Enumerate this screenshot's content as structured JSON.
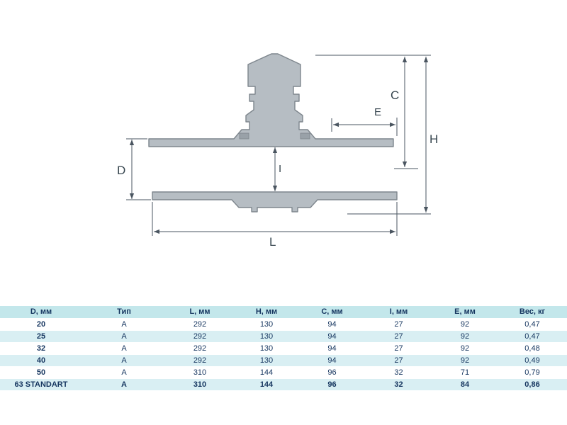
{
  "colors": {
    "header_bg": "#c3e7eb",
    "row_alt_bg": "#d9eff3",
    "text": "#15355f",
    "shape_fill": "#b6bdc3",
    "shape_stroke": "#7e868d",
    "dim_line": "#4a5560"
  },
  "diagram": {
    "labels": {
      "c": "C",
      "e": "E",
      "h": "H",
      "d": "D",
      "i": "I",
      "l": "L"
    }
  },
  "table": {
    "columns": [
      "D, мм",
      "Тип",
      "L, мм",
      "H, мм",
      "C, мм",
      "I, мм",
      "E, мм",
      "Вес, кг"
    ],
    "rows": [
      [
        "20",
        "А",
        "292",
        "130",
        "94",
        "27",
        "92",
        "0,47"
      ],
      [
        "25",
        "А",
        "292",
        "130",
        "94",
        "27",
        "92",
        "0,47"
      ],
      [
        "32",
        "А",
        "292",
        "130",
        "94",
        "27",
        "92",
        "0,48"
      ],
      [
        "40",
        "А",
        "292",
        "130",
        "94",
        "27",
        "92",
        "0,49"
      ],
      [
        "50",
        "А",
        "310",
        "144",
        "96",
        "32",
        "71",
        "0,79"
      ],
      [
        "63 STANDART",
        "А",
        "310",
        "144",
        "96",
        "32",
        "84",
        "0,86"
      ]
    ]
  }
}
